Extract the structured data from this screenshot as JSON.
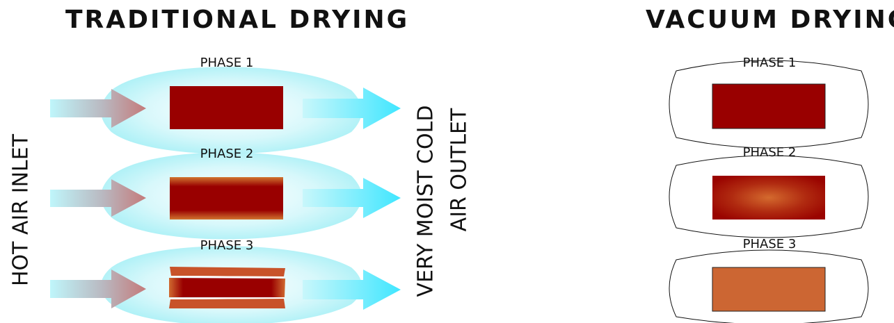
{
  "titles": {
    "traditional": "TRADITIONAL DRYING",
    "vacuum": "VACUUM DRYING"
  },
  "traditional": {
    "inlet_label": "HOT AIR INLET",
    "outlet_label_line1": "VERY MOIST COLD",
    "outlet_label_line2": "AIR OUTLET",
    "phases": [
      "PHASE 1",
      "PHASE 2",
      "PHASE 3"
    ]
  },
  "vacuum": {
    "phases": [
      "PHASE 1",
      "PHASE 2",
      "PHASE 3"
    ]
  },
  "colors": {
    "wood_core": "#990000",
    "wood_dry": "#cc6633",
    "cloud": "#bff3f8",
    "arrow_cyan": "#55e6ff",
    "arrow_hot": "#c09090"
  }
}
